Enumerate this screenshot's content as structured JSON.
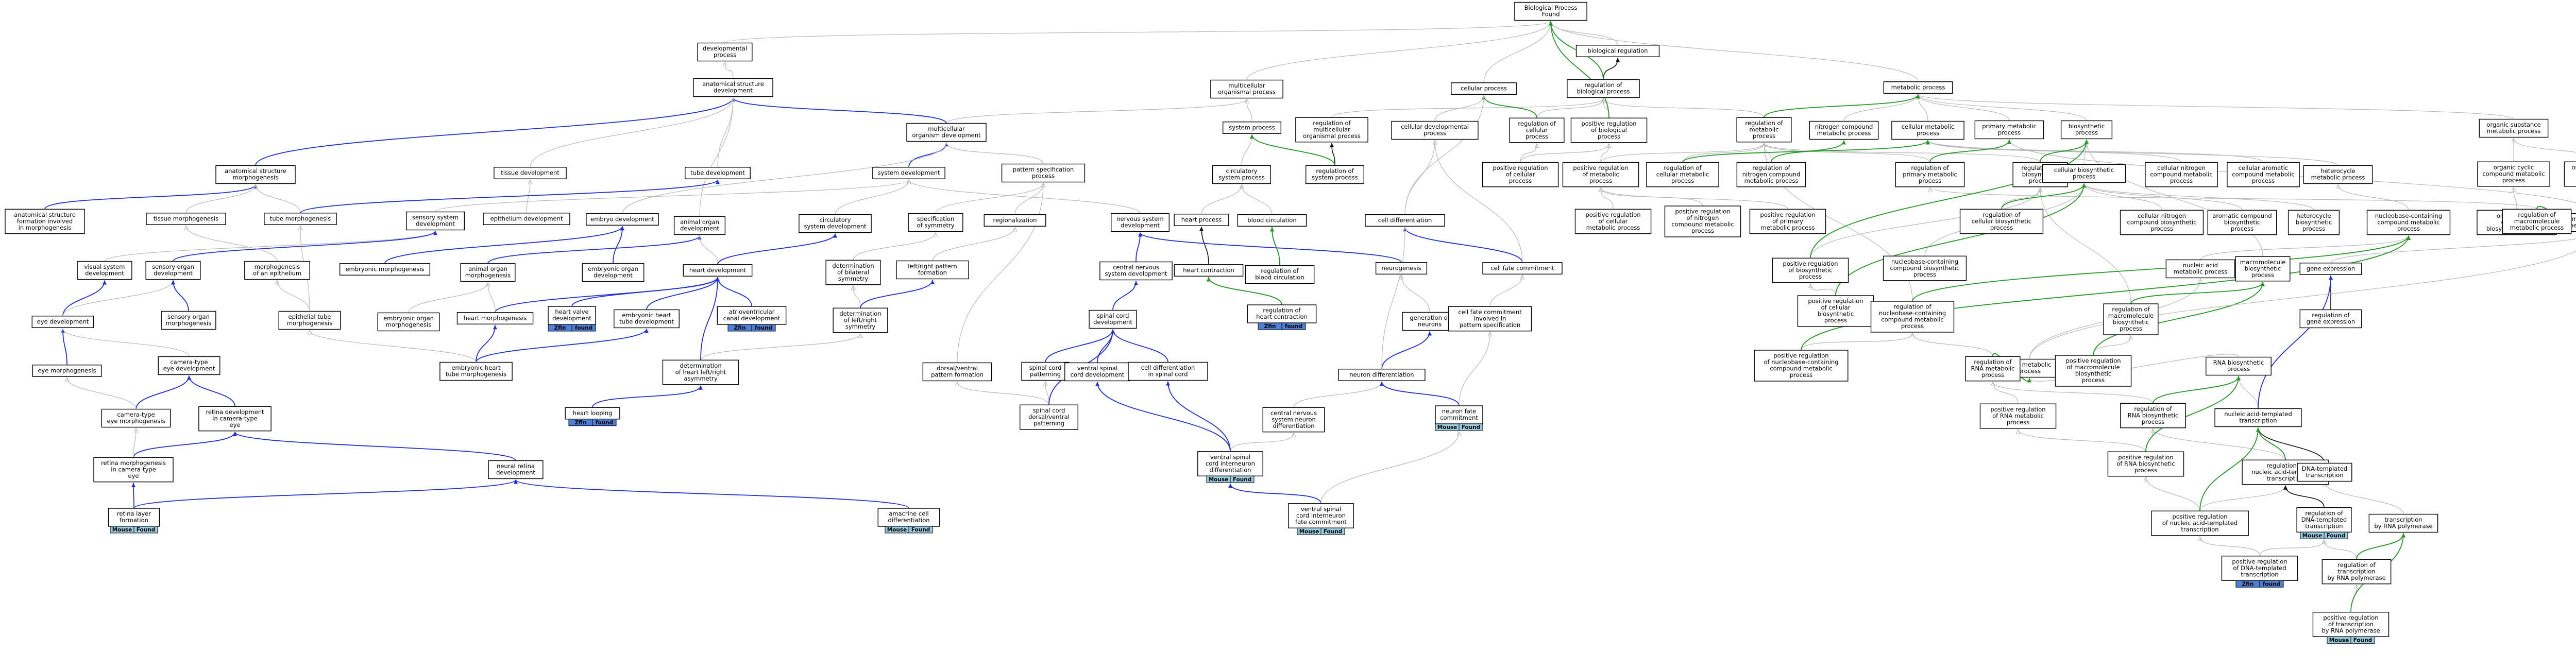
{
  "colors": {
    "edge_default": "#b8b8b8",
    "edge_is_a": "#111111",
    "edge_part_of": "#1f2fd8",
    "edge_regulates": "#229922",
    "badge_zfin": "#4f7fd9",
    "badge_mouse": "#9dcde0"
  },
  "badges": {
    "zfin": "Zfin",
    "found": "found",
    "mouse": "Mouse",
    "found_cap": "Found"
  },
  "nodes": [
    {
      "id": "bp",
      "lines": [
        "Biological Process",
        "Found"
      ]
    },
    {
      "id": "breg",
      "lines": [
        "biological regulation"
      ]
    },
    {
      "id": "devproc",
      "lines": [
        "developmental",
        "process"
      ]
    },
    {
      "id": "asd",
      "lines": [
        "anatomical structure",
        "development"
      ]
    },
    {
      "id": "multi",
      "lines": [
        "multicellular",
        "organismal process"
      ]
    },
    {
      "id": "cellproc",
      "lines": [
        "cellular process"
      ]
    },
    {
      "id": "regbp",
      "lines": [
        "regulation of",
        "biological process"
      ]
    },
    {
      "id": "metab",
      "lines": [
        "metabolic process"
      ]
    },
    {
      "id": "orgsub",
      "lines": [
        "organic substance",
        "metabolic process"
      ]
    },
    {
      "id": "mode",
      "lines": [
        "multicellular",
        "organism development"
      ]
    },
    {
      "id": "sysproc",
      "lines": [
        "system process"
      ]
    },
    {
      "id": "regmultiproc",
      "lines": [
        "regulation of",
        "multicellular",
        "organismal process"
      ]
    },
    {
      "id": "celldevproc",
      "lines": [
        "cellular developmental",
        "process"
      ]
    },
    {
      "id": "regcellproc",
      "lines": [
        "regulation of",
        "cellular",
        "process"
      ]
    },
    {
      "id": "posregbp",
      "lines": [
        "positive regulation",
        "of biological",
        "process"
      ]
    },
    {
      "id": "regmetab",
      "lines": [
        "regulation of",
        "metabolic",
        "process"
      ]
    },
    {
      "id": "ncmetab",
      "lines": [
        "nitrogen compound",
        "metabolic process"
      ]
    },
    {
      "id": "cellmetab",
      "lines": [
        "cellular metabolic",
        "process"
      ]
    },
    {
      "id": "primmetab",
      "lines": [
        "primary metabolic",
        "process"
      ]
    },
    {
      "id": "biosyn",
      "lines": [
        "biosynthetic",
        "process"
      ]
    },
    {
      "id": "orgcyc",
      "lines": [
        "organic cyclic",
        "compound metabolic",
        "process"
      ]
    },
    {
      "id": "orgsubbio",
      "lines": [
        "organic substance",
        "biosynthetic",
        "process"
      ]
    },
    {
      "id": "asm",
      "lines": [
        "anatomical structure",
        "morphogenesis"
      ]
    },
    {
      "id": "tissuedev",
      "lines": [
        "tissue development"
      ]
    },
    {
      "id": "tubedev",
      "lines": [
        "tube development"
      ]
    },
    {
      "id": "sysdev",
      "lines": [
        "system development"
      ]
    },
    {
      "id": "patspec",
      "lines": [
        "pattern specification",
        "process"
      ]
    },
    {
      "id": "circsysproc",
      "lines": [
        "circulatory",
        "system process"
      ]
    },
    {
      "id": "regsysproc",
      "lines": [
        "regulation of",
        "system process"
      ]
    },
    {
      "id": "posregcp",
      "lines": [
        "positive regulation",
        "of cellular",
        "process"
      ]
    },
    {
      "id": "posregmetab",
      "lines": [
        "positive regulation",
        "of metabolic",
        "process"
      ]
    },
    {
      "id": "regcellmetab",
      "lines": [
        "regulation of",
        "cellular metabolic",
        "process"
      ]
    },
    {
      "id": "regncmetab",
      "lines": [
        "regulation of",
        "nitrogen compound",
        "metabolic process"
      ]
    },
    {
      "id": "regprim",
      "lines": [
        "regulation of",
        "primary metabolic",
        "process"
      ]
    },
    {
      "id": "regbiosyn",
      "lines": [
        "regulation of",
        "biosynthetic",
        "process"
      ]
    },
    {
      "id": "cellbiosyn",
      "lines": [
        "cellular biosynthetic",
        "process"
      ]
    },
    {
      "id": "cellncmetab",
      "lines": [
        "cellular nitrogen",
        "compound metabolic",
        "process"
      ]
    },
    {
      "id": "cellarom",
      "lines": [
        "cellular aromatic",
        "compound metabolic",
        "process"
      ]
    },
    {
      "id": "hetcyc",
      "lines": [
        "heterocycle",
        "metabolic process"
      ]
    },
    {
      "id": "orgcycbio",
      "lines": [
        "organic cyclic",
        "compound",
        "biosynthetic process"
      ]
    },
    {
      "id": "macro",
      "lines": [
        "macromolecule",
        "metabolic process"
      ]
    },
    {
      "id": "asfmorph",
      "lines": [
        "anatomical structure",
        "formation involved",
        "in morphogenesis"
      ]
    },
    {
      "id": "tissuemorph",
      "lines": [
        "tissue morphogenesis"
      ]
    },
    {
      "id": "tubemorph",
      "lines": [
        "tube morphogenesis"
      ]
    },
    {
      "id": "sensdev",
      "lines": [
        "sensory system",
        "development"
      ]
    },
    {
      "id": "epidev",
      "lines": [
        "epithelium development"
      ]
    },
    {
      "id": "embdev",
      "lines": [
        "embryo development"
      ]
    },
    {
      "id": "animorg",
      "lines": [
        "animal organ",
        "development"
      ]
    },
    {
      "id": "circdev",
      "lines": [
        "circulatory",
        "system development"
      ]
    },
    {
      "id": "specsym",
      "lines": [
        "specification",
        "of symmetry"
      ]
    },
    {
      "id": "regionalization",
      "lines": [
        "regionalization"
      ]
    },
    {
      "id": "nsdev",
      "lines": [
        "nervous system",
        "development"
      ]
    },
    {
      "id": "heartproc",
      "lines": [
        "heart process"
      ]
    },
    {
      "id": "bloodcirc",
      "lines": [
        "blood circulation"
      ]
    },
    {
      "id": "celldiff",
      "lines": [
        "cell differentiation"
      ]
    },
    {
      "id": "posregcellmetab",
      "lines": [
        "positive regulation",
        "of cellular",
        "metabolic process"
      ]
    },
    {
      "id": "posregnc",
      "lines": [
        "positive regulation",
        "of nitrogen",
        "compound metabolic",
        "process"
      ]
    },
    {
      "id": "posregprim",
      "lines": [
        "positive regulation",
        "of primary",
        "metabolic process"
      ]
    },
    {
      "id": "regcellbiosyn",
      "lines": [
        "regulation of",
        "cellular biosynthetic",
        "process"
      ]
    },
    {
      "id": "cellncbio",
      "lines": [
        "cellular nitrogen",
        "compound biosynthetic",
        "process"
      ]
    },
    {
      "id": "aromcompbio",
      "lines": [
        "aromatic compound",
        "biosynthetic",
        "process"
      ]
    },
    {
      "id": "hetcycbio",
      "lines": [
        "heterocycle",
        "biosynthetic",
        "process"
      ]
    },
    {
      "id": "nucmetab",
      "lines": [
        "nucleobase-containing",
        "compound metabolic",
        "process"
      ]
    },
    {
      "id": "regmacro",
      "lines": [
        "regulation of",
        "macromolecule",
        "metabolic process"
      ]
    },
    {
      "id": "visdev",
      "lines": [
        "visual system",
        "development"
      ]
    },
    {
      "id": "sensorgdev",
      "lines": [
        "sensory organ",
        "development"
      ]
    },
    {
      "id": "morphepi",
      "lines": [
        "morphogenesis",
        "of an epithelium"
      ]
    },
    {
      "id": "embmorph",
      "lines": [
        "embryonic morphogenesis"
      ]
    },
    {
      "id": "animorgmorph",
      "lines": [
        "animal organ",
        "morphogenesis"
      ]
    },
    {
      "id": "emborgdev",
      "lines": [
        "embryonic organ",
        "development"
      ]
    },
    {
      "id": "heartdev",
      "lines": [
        "heart development"
      ]
    },
    {
      "id": "detbilat",
      "lines": [
        "determination",
        "of bilateral",
        "symmetry"
      ]
    },
    {
      "id": "leftright",
      "lines": [
        "left/right pattern",
        "formation"
      ]
    },
    {
      "id": "cnsdev",
      "lines": [
        "central nervous",
        "system development"
      ]
    },
    {
      "id": "heartcontr",
      "lines": [
        "heart contraction"
      ]
    },
    {
      "id": "regbloodcirc",
      "lines": [
        "regulation of",
        "blood circulation"
      ]
    },
    {
      "id": "neurogen",
      "lines": [
        "neurogenesis"
      ]
    },
    {
      "id": "cellfate",
      "lines": [
        "cell fate commitment"
      ]
    },
    {
      "id": "posregbiosyn",
      "lines": [
        "positive regulation",
        "of biosynthetic",
        "process"
      ]
    },
    {
      "id": "nucbio",
      "lines": [
        "nucleobase-containing",
        "compound biosynthetic",
        "process"
      ]
    },
    {
      "id": "nucleicmetab",
      "lines": [
        "nucleic acid",
        "metabolic process"
      ]
    },
    {
      "id": "macrobio",
      "lines": [
        "macromolecule",
        "biosynthetic",
        "process"
      ]
    },
    {
      "id": "geneexpr",
      "lines": [
        "gene expression"
      ]
    },
    {
      "id": "eyedev",
      "lines": [
        "eye development"
      ]
    },
    {
      "id": "sensorgmorph",
      "lines": [
        "sensory organ",
        "morphogenesis"
      ]
    },
    {
      "id": "epitubemorph",
      "lines": [
        "epithelial tube",
        "morphogenesis"
      ]
    },
    {
      "id": "emborgmorph",
      "lines": [
        "embryonic organ",
        "morphogenesis"
      ]
    },
    {
      "id": "heartmorph",
      "lines": [
        "heart morphogenesis"
      ]
    },
    {
      "id": "heartvalve",
      "lines": [
        "heart valve",
        "development"
      ]
    },
    {
      "id": "embheart",
      "lines": [
        "embryonic heart",
        "tube development"
      ]
    },
    {
      "id": "avcanal",
      "lines": [
        "atrioventricular",
        "canal development"
      ]
    },
    {
      "id": "detlr",
      "lines": [
        "determination",
        "of left/right",
        "symmetry"
      ]
    },
    {
      "id": "spinalcord",
      "lines": [
        "spinal cord",
        "development"
      ]
    },
    {
      "id": "regheart",
      "lines": [
        "regulation of",
        "heart contraction"
      ]
    },
    {
      "id": "genneur",
      "lines": [
        "generation of",
        "neurons"
      ]
    },
    {
      "id": "cfcpat",
      "lines": [
        "cell fate commitment",
        "involved in",
        "pattern specification"
      ]
    },
    {
      "id": "posregcellbio",
      "lines": [
        "positive regulation",
        "of cellular",
        "biosynthetic",
        "process"
      ]
    },
    {
      "id": "regnucmetab",
      "lines": [
        "regulation of",
        "nucleobase-containing",
        "compound metabolic",
        "process"
      ]
    },
    {
      "id": "regmacrobio",
      "lines": [
        "regulation of",
        "macromolecule",
        "biosynthetic",
        "process"
      ]
    },
    {
      "id": "reggeneexpr",
      "lines": [
        "regulation of",
        "gene expression"
      ]
    },
    {
      "id": "eyemorph",
      "lines": [
        "eye morphogenesis"
      ]
    },
    {
      "id": "cameye",
      "lines": [
        "camera-type",
        "eye development"
      ]
    },
    {
      "id": "embhearttube",
      "lines": [
        "embryonic heart",
        "tube morphogenesis"
      ]
    },
    {
      "id": "detheart",
      "lines": [
        "determination",
        "of heart left/right",
        "asymmetry"
      ]
    },
    {
      "id": "dvpat",
      "lines": [
        "dorsal/ventral",
        "pattern formation"
      ]
    },
    {
      "id": "scpat",
      "lines": [
        "spinal cord",
        "patterning"
      ]
    },
    {
      "id": "vscdev",
      "lines": [
        "ventral spinal",
        "cord development"
      ]
    },
    {
      "id": "cdsc",
      "lines": [
        "cell differentiation",
        "in spinal cord"
      ]
    },
    {
      "id": "neurdiff",
      "lines": [
        "neuron differentiation"
      ]
    },
    {
      "id": "posregnuc",
      "lines": [
        "positive regulation",
        "of nucleobase-containing",
        "compound metabolic",
        "process"
      ]
    },
    {
      "id": "rnametab",
      "lines": [
        "RNA metabolic",
        "process"
      ]
    },
    {
      "id": "regrnametab",
      "lines": [
        "regulation of",
        "RNA metabolic",
        "process"
      ]
    },
    {
      "id": "posregmacro",
      "lines": [
        "positive regulation",
        "of macromolecule",
        "biosynthetic",
        "process"
      ]
    },
    {
      "id": "rnabio",
      "lines": [
        "RNA biosynthetic",
        "process"
      ]
    },
    {
      "id": "camemorph",
      "lines": [
        "camera-type",
        "eye morphogenesis"
      ]
    },
    {
      "id": "retinadev",
      "lines": [
        "retina development",
        "in camera-type",
        "eye"
      ]
    },
    {
      "id": "heartloop",
      "lines": [
        "heart looping"
      ]
    },
    {
      "id": "scdvpat",
      "lines": [
        "spinal cord",
        "dorsal/ventral",
        "patterning"
      ]
    },
    {
      "id": "cnsneur",
      "lines": [
        "central nervous",
        "system neuron",
        "differentiation"
      ]
    },
    {
      "id": "neurfate",
      "lines": [
        "neuron fate",
        "commitment"
      ]
    },
    {
      "id": "posregrna",
      "lines": [
        "positive regulation",
        "of RNA metabolic",
        "process"
      ]
    },
    {
      "id": "regrnabio",
      "lines": [
        "regulation of",
        "RNA biosynthetic",
        "process"
      ]
    },
    {
      "id": "nuctrans",
      "lines": [
        "nucleic acid-templated",
        "transcription"
      ]
    },
    {
      "id": "retinamorph",
      "lines": [
        "retina morphogenesis",
        "in camera-type",
        "eye"
      ]
    },
    {
      "id": "neuralretina",
      "lines": [
        "neural retina",
        "development"
      ]
    },
    {
      "id": "vscid",
      "lines": [
        "ventral spinal",
        "cord interneuron",
        "differentiation"
      ]
    },
    {
      "id": "posregrnabio",
      "lines": [
        "positive regulation",
        "of RNA biosynthetic",
        "process"
      ]
    },
    {
      "id": "regnuctrans",
      "lines": [
        "regulation of",
        "nucleic acid-templated",
        "transcription"
      ]
    },
    {
      "id": "dnatrans",
      "lines": [
        "DNA-templated",
        "transcription"
      ]
    },
    {
      "id": "retlayer",
      "lines": [
        "retina layer",
        "formation"
      ]
    },
    {
      "id": "amacrine",
      "lines": [
        "amacrine cell",
        "differentiation"
      ]
    },
    {
      "id": "vscfate",
      "lines": [
        "ventral spinal",
        "cord interneuron",
        "fate commitment"
      ]
    },
    {
      "id": "posregnuctrans",
      "lines": [
        "positive regulation",
        "of nucleic acid-templated",
        "transcription"
      ]
    },
    {
      "id": "regdnatrans",
      "lines": [
        "regulation of",
        "DNA-templated",
        "transcription"
      ]
    },
    {
      "id": "transpol",
      "lines": [
        "transcription",
        "by RNA polymerase"
      ]
    },
    {
      "id": "posregdnatrans",
      "lines": [
        "positive regulation",
        "of DNA-templated",
        "transcription"
      ]
    },
    {
      "id": "regtranspol",
      "lines": [
        "regulation of",
        "transcription",
        "by RNA polymerase"
      ]
    },
    {
      "id": "posregtranspol",
      "lines": [
        "positive regulation",
        "of transcription",
        "by RNA polymerase"
      ]
    }
  ]
}
